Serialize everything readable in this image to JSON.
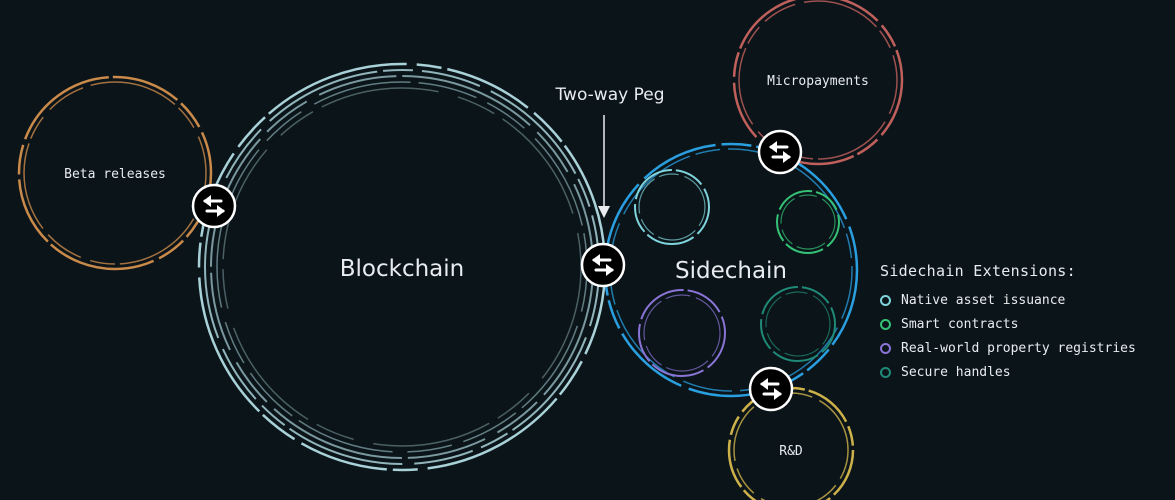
{
  "main_circle": {
    "label": "Blockchain"
  },
  "sidechain": {
    "label": "Sidechain"
  },
  "peg_label": "Two-way Peg",
  "satellites": {
    "beta": {
      "label": "Beta releases",
      "color": "#c98a4a"
    },
    "micropayments": {
      "label": "Micropayments",
      "color": "#c0605c"
    },
    "rnd": {
      "label": "R&D",
      "color": "#cdb14a"
    }
  },
  "legend": {
    "title": "Sidechain Extensions:",
    "items": [
      {
        "label": "Native asset issuance",
        "color": "#7fd3da"
      },
      {
        "label": "Smart contracts",
        "color": "#35c276"
      },
      {
        "label": "Real-world property registries",
        "color": "#8a74d6"
      },
      {
        "label": "Secure handles",
        "color": "#1f8a78"
      }
    ]
  },
  "colors": {
    "background": "#0b1419",
    "blockchain": "#a9d1d8",
    "sidechain": "#2a9fe0",
    "peg_badge": "#000000"
  },
  "icons": {
    "peg": "two-way-arrows-icon"
  }
}
